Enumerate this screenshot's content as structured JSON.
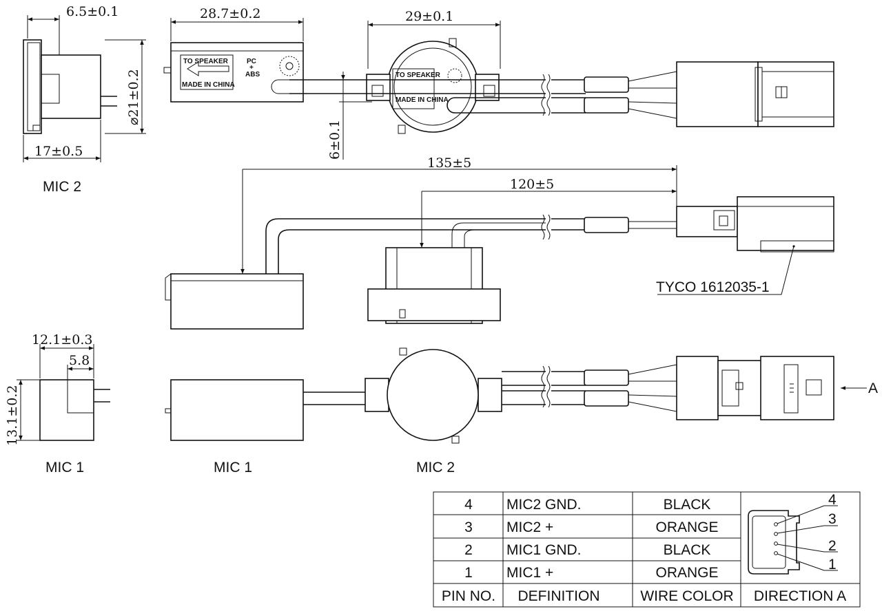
{
  "dimensions": {
    "mic2_side_depth": "6.5±0.1",
    "mic2_side_length": "17±0.5",
    "mic2_diameter": "⌀21±0.2",
    "mic1_length": "28.7±0.2",
    "mic2_top_width": "29±0.1",
    "offset": "6±0.1",
    "cable_mic1": "135±5",
    "cable_mic2": "120±5",
    "mic1_side_width": "12.1±0.3",
    "mic1_side_inner": "5.8",
    "mic1_side_height": "13.1±0.2"
  },
  "labels": {
    "mic2_side": "MIC 2",
    "mic1_side": "MIC 1",
    "mic1_bottom": "MIC 1",
    "mic2_bottom": "MIC 2",
    "connector": "TYCO 1612035-1",
    "direction_marker": "A"
  },
  "part_markings": {
    "to_speaker": "TO SPEAKER",
    "made_in_china": "MADE IN CHINA",
    "material_top": "PC",
    "material_plus": "+",
    "material_bottom": "ABS"
  },
  "pin_table": {
    "headers": {
      "pin": "PIN NO.",
      "definition": "DEFINITION",
      "wire_color": "WIRE COLOR",
      "direction": "DIRECTION A"
    },
    "rows": [
      {
        "pin": "4",
        "definition": "MIC2 GND.",
        "wire_color": "BLACK"
      },
      {
        "pin": "3",
        "definition": "MIC2 +",
        "wire_color": "ORANGE"
      },
      {
        "pin": "2",
        "definition": "MIC1 GND.",
        "wire_color": "BLACK"
      },
      {
        "pin": "1",
        "definition": "MIC1 +",
        "wire_color": "ORANGE"
      }
    ],
    "direction_pins": [
      "4",
      "3",
      "2",
      "1"
    ]
  }
}
